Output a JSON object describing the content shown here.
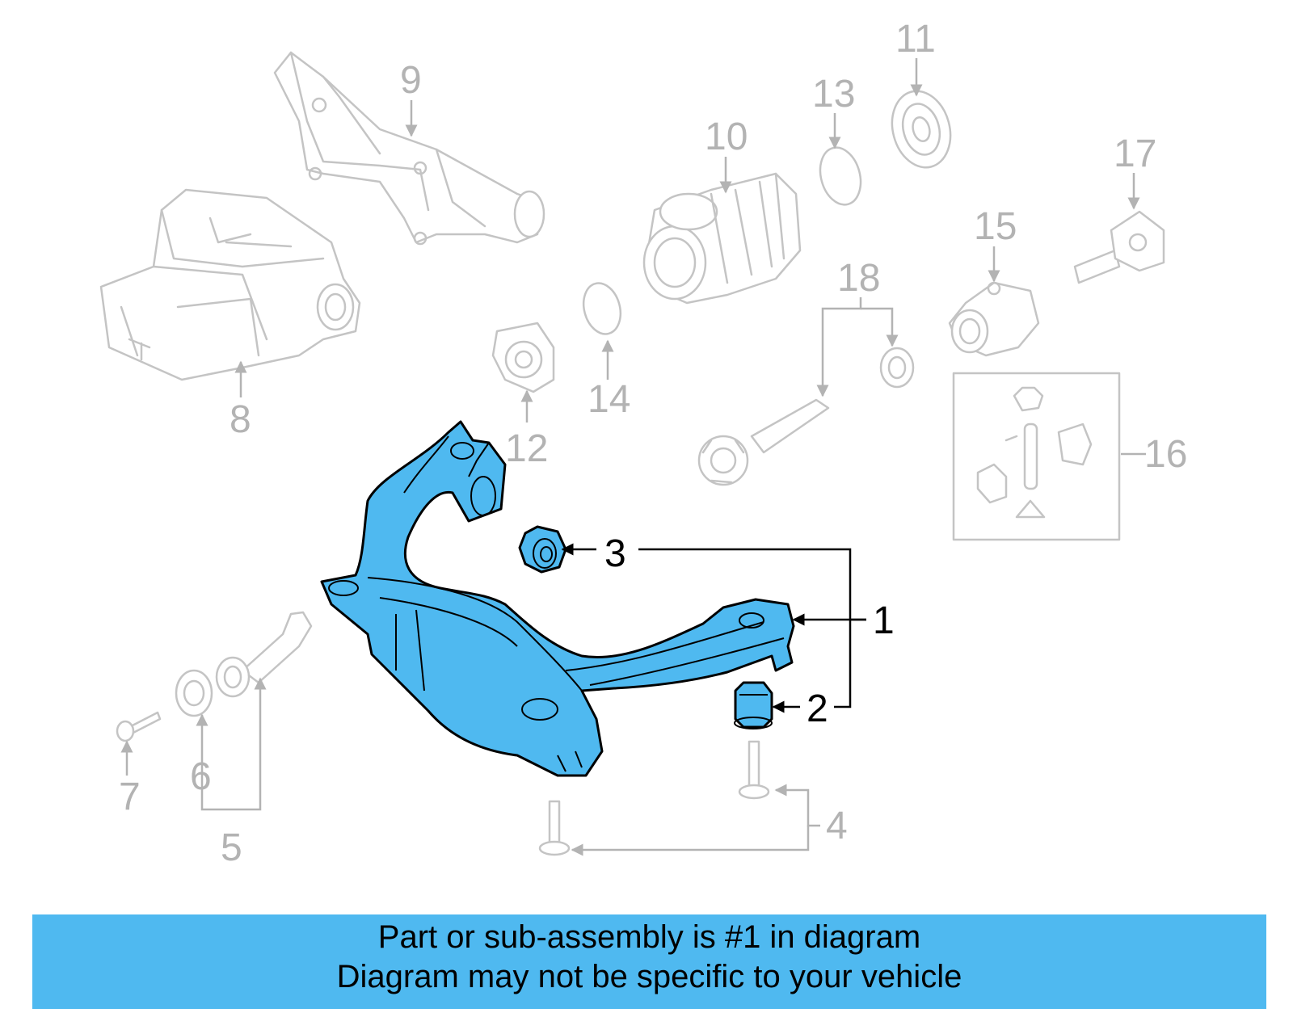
{
  "colors": {
    "highlight": "#4fb9f0",
    "ghost": "#c4c4c4",
    "label_gray": "#b3b3b3"
  },
  "callouts": {
    "c1": "1",
    "c2": "2",
    "c3": "3",
    "c4": "4",
    "c5": "5",
    "c6": "6",
    "c7": "7",
    "c8": "8",
    "c9": "9",
    "c10": "10",
    "c11": "11",
    "c12": "12",
    "c13": "13",
    "c14": "14",
    "c15": "15",
    "c16": "16",
    "c17": "17",
    "c18": "18"
  },
  "banner": {
    "line1": "Part or sub-assembly is #1 in diagram",
    "line2": "Diagram may not be specific to your vehicle"
  }
}
